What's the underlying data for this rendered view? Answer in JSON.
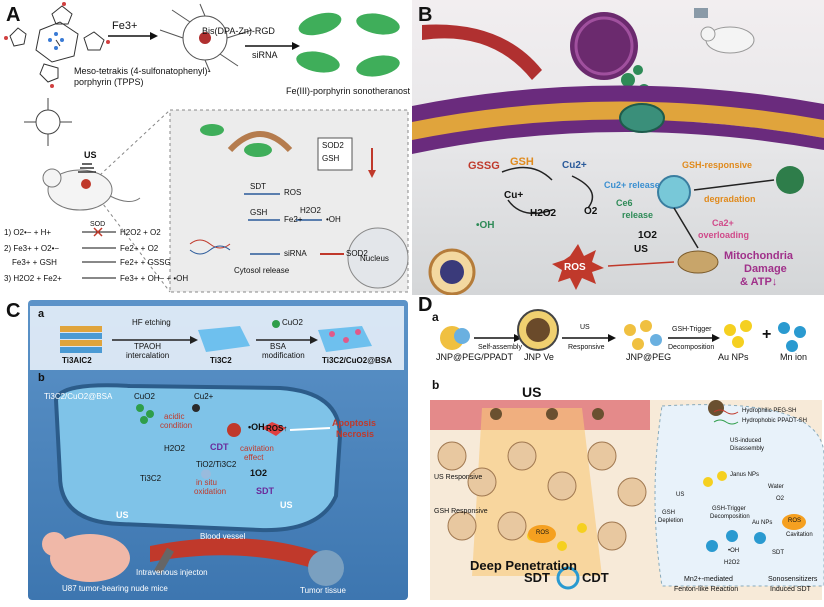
{
  "panelA": {
    "label": "A",
    "fe3": "Fe3+",
    "bis": "Bis(DPA-Zn)-RGD",
    "sirna": "siRNA",
    "tpps1": "Meso-tetrakis (4-sulfonatophenyl)-",
    "tpps2": "porphyrin (TPPS)",
    "product": "Fe(III)-porphyrin sonotheranostics",
    "us": "US",
    "sdt": "SDT",
    "ros": "ROS",
    "sod2": "SOD2",
    "gsh_box": "GSH",
    "gsh": "GSH",
    "fe2": "Fe2+",
    "h2o2": "H2O2",
    "oh": "•OH",
    "sirna2": "siRNA",
    "sod2b": "SOD2",
    "cytosol": "Cytosol release",
    "nucleus": "Nucleus",
    "r1": "1) O2•− + H+",
    "sod": "SOD",
    "r1p": "H2O2 + O2",
    "r2": "2) Fe3+ + O2•−",
    "r2p": "Fe2+ + O2",
    "r2b": "Fe3+ + GSH",
    "r2bp": "Fe2+ + GSSG",
    "r3": "3) H2O2 + Fe2+",
    "r3p": "Fe3+ + OH− + •OH"
  },
  "panelB": {
    "label": "B",
    "gssg": "GSSG",
    "gsh": "GSH",
    "cu2": "Cu2+",
    "cu1": "Cu+",
    "h2o2": "H2O2",
    "o2": "O2",
    "oh": "•OH",
    "ce": "Ce6",
    "release": "release",
    "ghs": "Cu2+ release",
    "gsh_resp": "GSH-responsive",
    "degradation": "degradation",
    "ca": "Ca2+",
    "overloading": "overloading",
    "o1": "1O2",
    "us": "US",
    "ros": "ROS",
    "mito1": "Mitochondria",
    "mito2": "Damage",
    "mito3": "& ATP↓"
  },
  "panelC": {
    "label": "C",
    "a": "a",
    "b": "b",
    "hf": "HF etching",
    "tpaoh": "TPAOH",
    "intercal": "intercalation",
    "cuo2": "CuO2",
    "bsa": "BSA",
    "modif": "modification",
    "ti3alc2": "Ti3AlC2",
    "ti3c2": "Ti3C2",
    "final": "Ti3C2/CuO2@BSA",
    "mat": "Ti3C2/CuO2@BSA",
    "cuo2b": "CuO2",
    "cu2": "Cu2+",
    "acidic1": "acidic",
    "acidic2": "condition",
    "oh": "•OH",
    "cdt": "CDT",
    "cav1": "cavitation",
    "cav2": "effect",
    "ros": "ROS↑",
    "apop1": "Apoptosis",
    "apop2": "Necrosis",
    "h2o2": "H2O2",
    "tio2": "TiO2/Ti3C2",
    "o1": "1O2",
    "ti3c2b": "Ti3C2",
    "insitu1": "in situ",
    "insitu2": "oxidation",
    "sdt": "SDT",
    "us": "US",
    "us2": "US",
    "blood": "Blood vessel",
    "iv": "Intravenous injecton",
    "tumor": "Tumor tissue",
    "mice": "U87 tumor-bearing nude mice"
  },
  "panelD": {
    "label": "D",
    "a": "a",
    "b": "b",
    "jnp1": "JNP@PEG/PPADT",
    "self": "Self-assembly",
    "jnpve": "JNP Ve",
    "usr1": "US",
    "usr2": "Responsive",
    "jnppeg": "JNP@PEG",
    "gsht1": "GSH-Trigger",
    "gsht2": "Decomposition",
    "au": "Au NPs",
    "plus": "+",
    "mn": "Mn ion",
    "us": "US",
    "leg1": "Hydrophilic PEG-SH",
    "leg2": "Hydrophobic PPADT-SH",
    "usresp": "US Responsive",
    "gshresp": "GSH Responsive",
    "ros": "ROS",
    "deep": "Deep Penetration",
    "sdt": "SDT",
    "cdt": "CDT",
    "usind1": "US-induced",
    "usind2": "Disassembly",
    "janus": "Janus NPs",
    "us2": "US",
    "water": "Water",
    "o2": "O2",
    "ros2": "ROS",
    "cav": "Cavitation",
    "gsht3": "GSH-Trigger",
    "gsht4": "Decomposition",
    "gshdep1": "GSH",
    "gshdep2": "Depletion",
    "aunp": "Au NPs",
    "sdt2": "SDT",
    "oh": "•OH",
    "h2o2": "H2O2",
    "mn1": "Mn2+-mediated",
    "mn2": "Fenton-like Reaction",
    "sono1": "Sonosensitizers",
    "sono2": "Induced SDT"
  }
}
